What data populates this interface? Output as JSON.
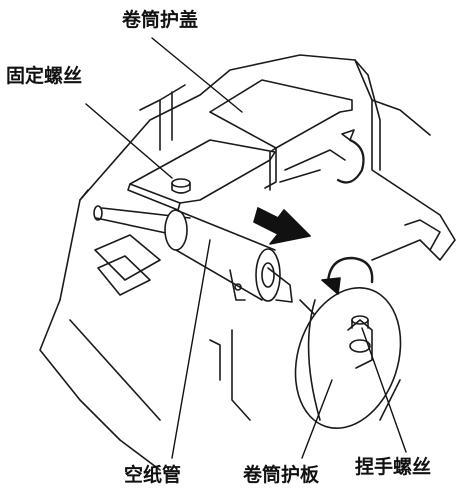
{
  "labels": {
    "roll_cover": "卷筒护盖",
    "fixing_screw": "固定螺丝",
    "empty_core": "空纸管",
    "roll_guide_plate": "卷筒护板",
    "thumb_screw": "捏手螺丝"
  },
  "colors": {
    "line": "#1a1a1a",
    "arrow": "#111111",
    "paper": "#ffffff"
  }
}
